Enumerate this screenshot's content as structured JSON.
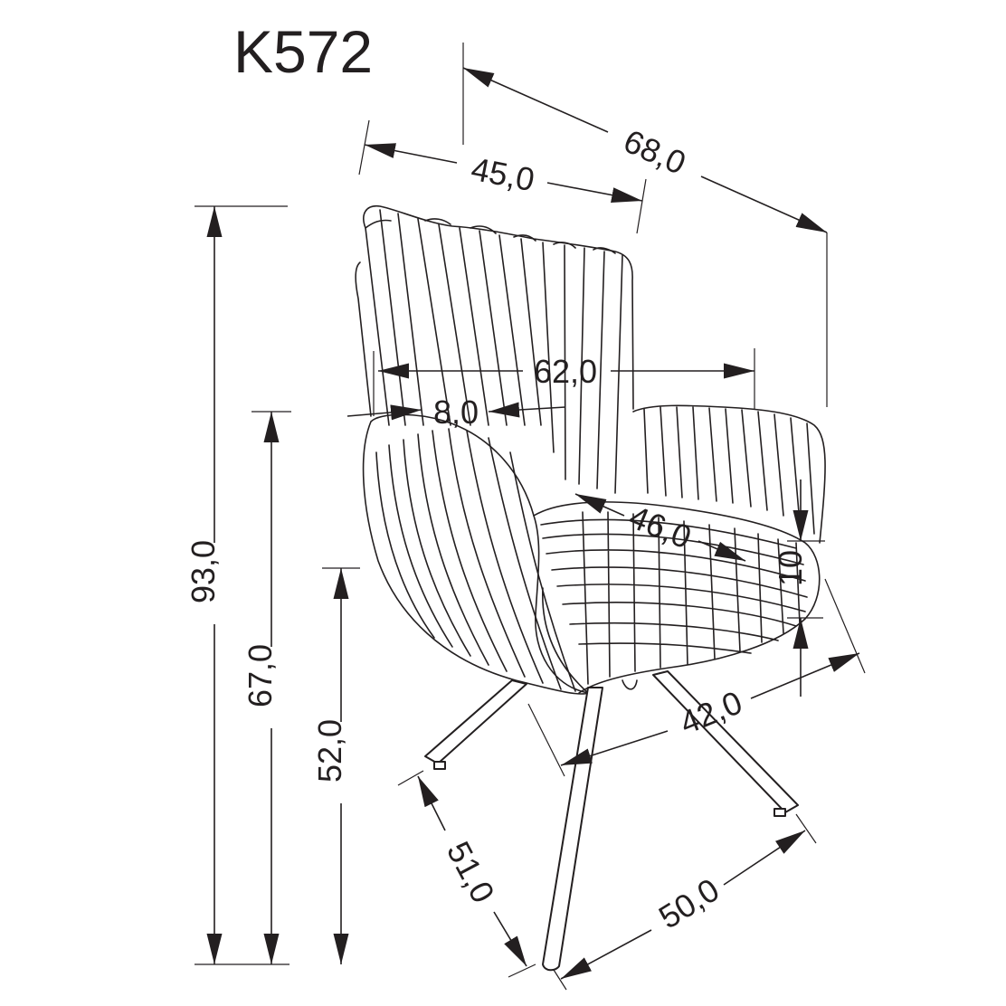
{
  "title": "K572",
  "colors": {
    "ink": "#231f20",
    "background": "#ffffff"
  },
  "dimensions": {
    "depth_total": "68,0",
    "back_width": "45,0",
    "arm_width": "62,0",
    "arm_thickness": "8,0",
    "seat_depth": "46,0",
    "cushion_height": "10",
    "seat_width": "42,0",
    "height_total": "93,0",
    "arm_height": "67,0",
    "seat_height": "52,0",
    "base_depth": "51,0",
    "base_width": "50,0"
  }
}
